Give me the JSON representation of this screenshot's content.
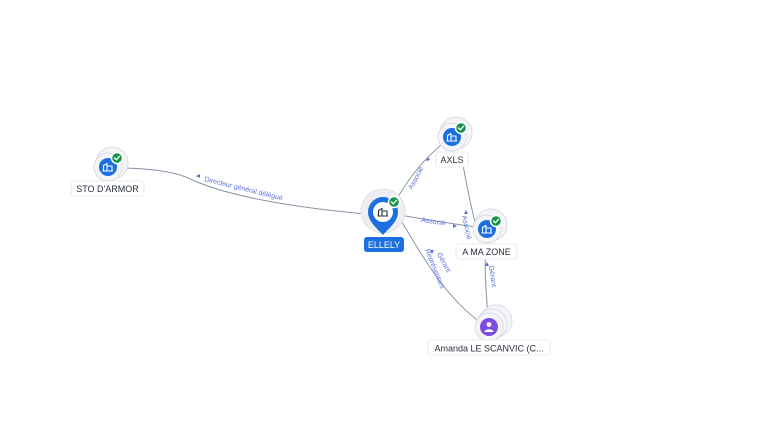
{
  "graph": {
    "nodes": {
      "ellely": {
        "label": "ELLELY",
        "type": "company",
        "verified": true,
        "icon": "building-icon",
        "focus": true
      },
      "sto_darmor": {
        "label": "STO D'ARMOR",
        "type": "company",
        "verified": true,
        "icon": "building-icon"
      },
      "axls": {
        "label": "AXLS",
        "type": "company",
        "verified": true,
        "icon": "building-icon"
      },
      "a_ma_zone": {
        "label": "A MA ZONE",
        "type": "company",
        "verified": true,
        "icon": "building-icon"
      },
      "amanda": {
        "label": "Amanda LE SCANVIC (C...",
        "type": "person",
        "verified": false,
        "icon": "person-icon"
      }
    },
    "edges": {
      "ellely_sto": {
        "label": "Directeur général délégué"
      },
      "ellely_axls": {
        "label": "Associé"
      },
      "ellely_amz": {
        "label": "Associé"
      },
      "axls_amz": {
        "label": "Associé"
      },
      "amanda_ellely": {
        "label_1": "Gérant",
        "label_2": "Représentant"
      },
      "amanda_amz": {
        "label": "Gérant"
      }
    },
    "colors": {
      "company": "#1d6fe0",
      "person": "#7c4de0",
      "verified": "#159447",
      "edge": "#8a93a6",
      "edge_label": "#5b6fd6"
    }
  }
}
